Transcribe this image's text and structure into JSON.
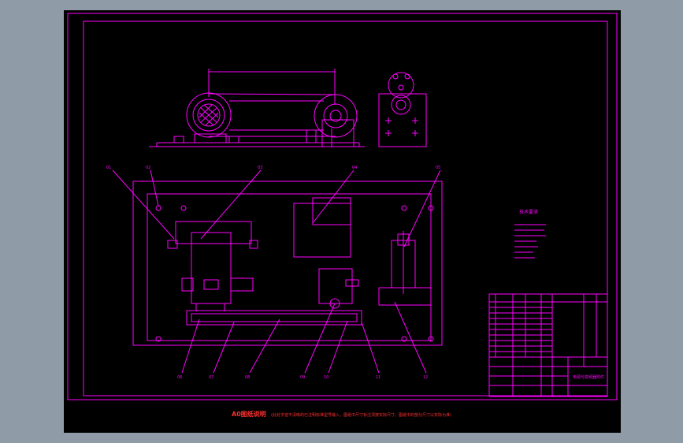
{
  "drawing": {
    "technical_notes_title": "技术要求",
    "drawing_title": "电源与变频器附件",
    "footer": {
      "title": "A0图纸说明",
      "description": "(此处字迹不清晰的已注明标准型号输入，图纸中尺寸标注须按实际尺寸，图纸中的部分尺寸以实际为准)"
    },
    "part_labels": [
      "01",
      "02",
      "03",
      "04",
      "05",
      "06",
      "07",
      "08",
      "09",
      "10",
      "11",
      "12"
    ],
    "colors": {
      "line": "#ff00ff",
      "sheet": "#000000",
      "surround": "#8f9ba7",
      "footer_text": "#ff3030"
    }
  }
}
